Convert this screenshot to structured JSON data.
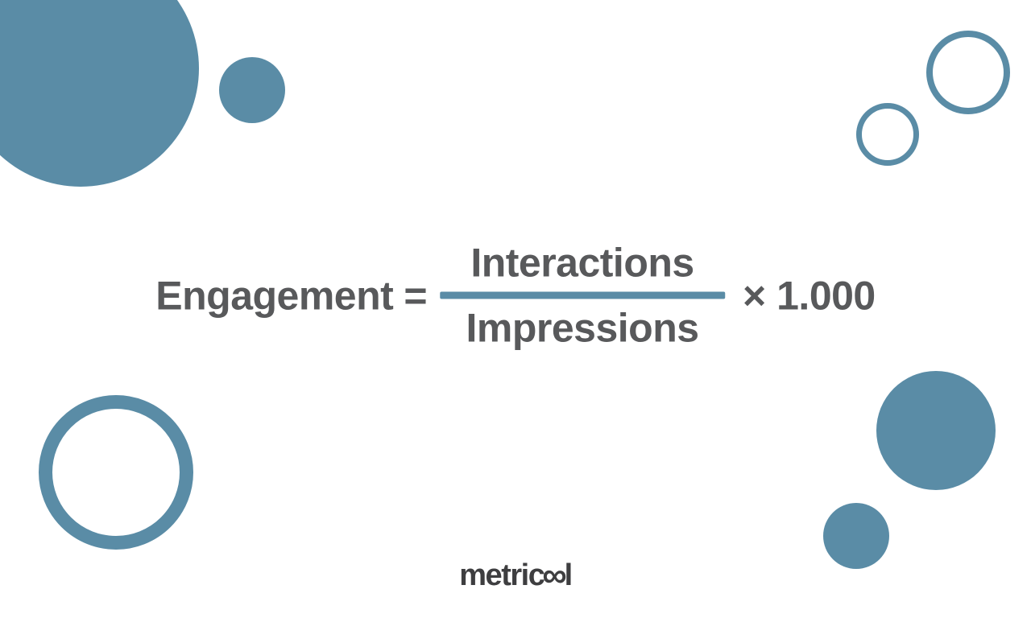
{
  "page": {
    "background_color": "#ffffff"
  },
  "colors": {
    "accent_blue": "#5A8CA6",
    "formula_text_gray": "#58595B",
    "logo_charcoal": "#3E3E40"
  },
  "formula": {
    "label": "Engagement",
    "equals_sign": "=",
    "numerator": "Interactions",
    "denominator": "Impressions",
    "multiplier": "× 1.000"
  },
  "logo": {
    "brand_name": "metricool",
    "part_before": "metric",
    "infinity_glyph": "∞",
    "part_after": "l"
  }
}
